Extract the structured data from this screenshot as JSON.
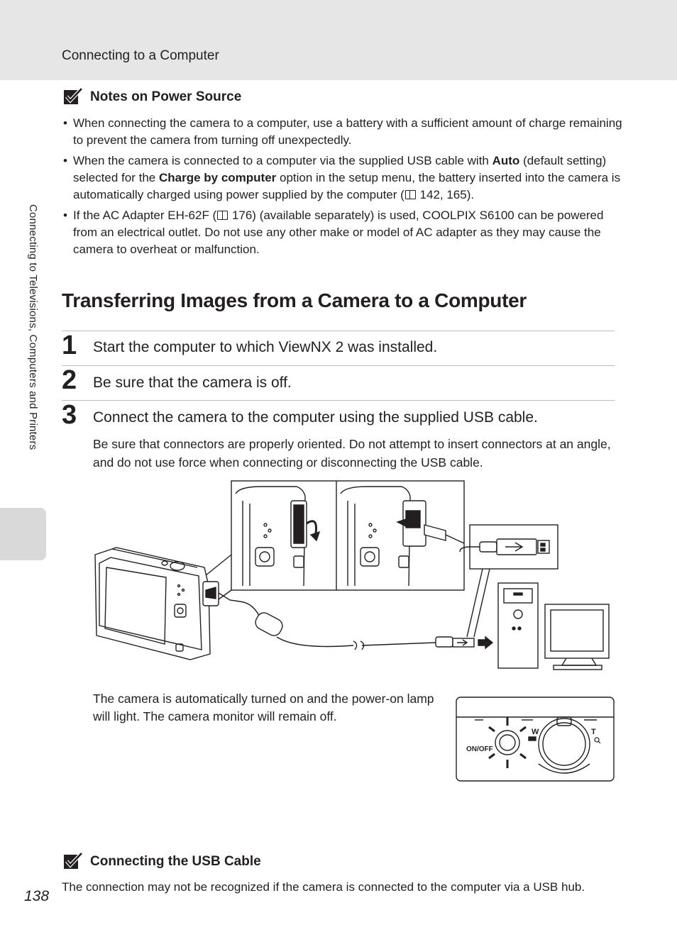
{
  "header": {
    "title": "Connecting to a Computer"
  },
  "side_tab": {
    "label": "Connecting to Televisions, Computers and Printers"
  },
  "notes_power": {
    "heading": "Notes on Power Source",
    "bullets": [
      {
        "text": "When connecting the camera to a computer, use a battery with a sufficient amount of charge remaining to prevent the camera from turning off unexpectedly."
      },
      {
        "p1": "When the camera is connected to a computer via the supplied USB cable with ",
        "b1": "Auto",
        "p2": " (default setting) selected for the ",
        "b2": "Charge by computer",
        "p3": " option in the setup menu, the battery inserted into the camera is automatically charged using power supplied by the computer (",
        "p4": " 142, 165)."
      },
      {
        "p1": "If the AC Adapter EH-62F (",
        "p2": " 176) (available separately) is used, COOLPIX S6100 can be powered from an electrical outlet. Do not use any other make or model of AC adapter as they may cause the camera to overheat or malfunction."
      }
    ]
  },
  "section": {
    "title": "Transferring Images from a Camera to a Computer"
  },
  "steps": [
    {
      "num": "1",
      "text": "Start the computer to which ViewNX 2 was installed."
    },
    {
      "num": "2",
      "text": "Be sure that the camera is off."
    },
    {
      "num": "3",
      "text": "Connect the camera to the computer using the supplied USB cable.",
      "body": "Be sure that connectors are properly oriented. Do not attempt to insert connectors at an angle, and do not use force when connecting or disconnecting the USB cable."
    }
  ],
  "diagram": {
    "camera_labels": {
      "onoff": "ON/OFF",
      "wide": "W",
      "tele": "T"
    }
  },
  "after_connect": "The camera is automatically turned on and the power-on lamp will light. The camera monitor will remain off.",
  "notes_usb": {
    "heading": "Connecting the USB Cable",
    "text": "The connection may not be recognized if the camera is connected to the computer via a USB hub."
  },
  "page_number": "138"
}
